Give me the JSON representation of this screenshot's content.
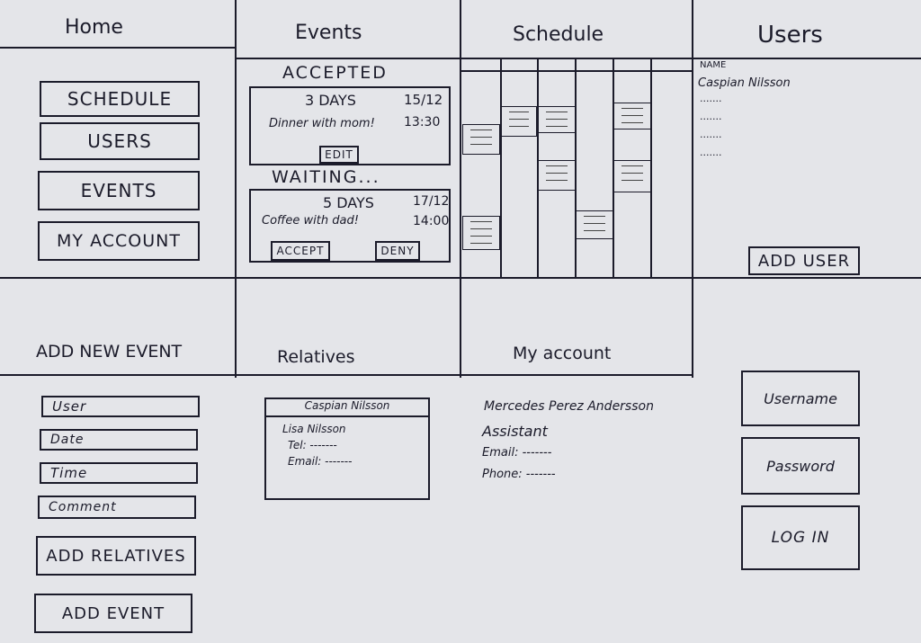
{
  "headers": {
    "home": "Home",
    "events": "Events",
    "schedule": "Schedule",
    "users": "Users",
    "add_new_event": "ADD NEW EVENT",
    "relatives": "Relatives",
    "my_account": "My account"
  },
  "home": {
    "items": [
      "SCHEDULE",
      "USERS",
      "EVENTS",
      "MY ACCOUNT"
    ]
  },
  "events": {
    "accepted_label": "ACCEPTED",
    "accepted": {
      "days": "3 DAYS",
      "date": "15/12",
      "title": "Dinner with mom!",
      "time": "13:30",
      "edit": "EDIT"
    },
    "waiting_label": "WAITING...",
    "waiting": {
      "days": "5 DAYS",
      "date": "17/12",
      "title": "Coffee with dad!",
      "time": "14:00",
      "accept": "ACCEPT",
      "deny": "DENY"
    }
  },
  "users": {
    "column": "NAME",
    "rows": [
      "Caspian Nilsson",
      "·······",
      "·······",
      "·······",
      "·······"
    ],
    "add_user": "ADD USER"
  },
  "add_event": {
    "fields": [
      "User",
      "Date",
      "Time",
      "Comment"
    ],
    "add_relatives": "ADD RELATIVES",
    "add_event": "ADD EVENT"
  },
  "relatives": {
    "header": "Caspian Nilsson",
    "name": "Lisa Nilsson",
    "tel": "Tel: -------",
    "email": "Email: -------"
  },
  "account": {
    "name": "Mercedes Perez Andersson",
    "role": "Assistant",
    "email": "Email: -------",
    "phone": "Phone: -------"
  },
  "login": {
    "username": "Username",
    "password": "Password",
    "login": "LOG IN"
  }
}
